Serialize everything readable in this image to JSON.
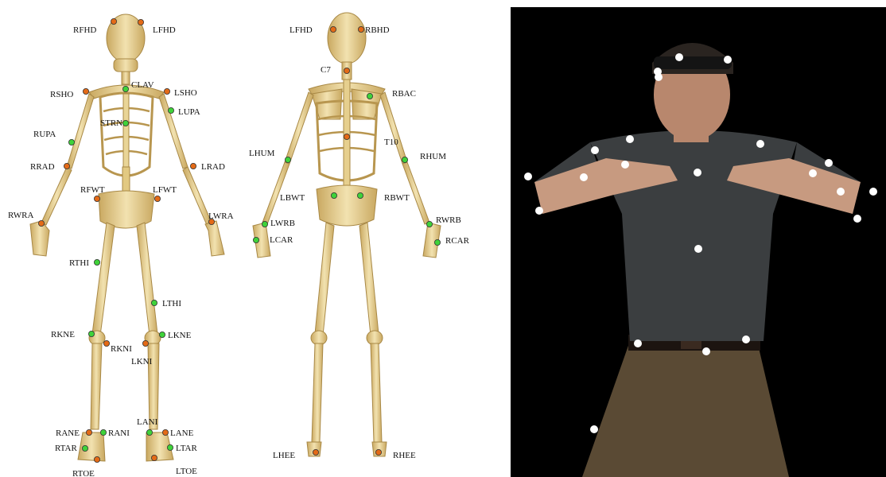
{
  "colors": {
    "bone": "#e6cf8e",
    "bone_shade": "#b8964f",
    "marker_orange": "#e36a17",
    "marker_green": "#3fd23a",
    "photo_bg": "#000000",
    "mocap_marker": "#ffffff"
  },
  "front_markers": [
    {
      "label": "RFHD",
      "color": "orange"
    },
    {
      "label": "LFHD",
      "color": "orange"
    },
    {
      "label": "CLAV",
      "color": "green"
    },
    {
      "label": "RSHO",
      "color": "orange"
    },
    {
      "label": "LSHO",
      "color": "orange"
    },
    {
      "label": "LUPA",
      "color": "green"
    },
    {
      "label": "STRN",
      "color": "green"
    },
    {
      "label": "RUPA",
      "color": "green"
    },
    {
      "label": "RRAD",
      "color": "orange"
    },
    {
      "label": "LRAD",
      "color": "orange"
    },
    {
      "label": "RFWT",
      "color": "orange"
    },
    {
      "label": "LFWT",
      "color": "orange"
    },
    {
      "label": "RWRA",
      "color": "orange"
    },
    {
      "label": "LWRA",
      "color": "orange"
    },
    {
      "label": "RTHI",
      "color": "green"
    },
    {
      "label": "LTHI",
      "color": "green"
    },
    {
      "label": "RKNE",
      "color": "green"
    },
    {
      "label": "RKNI",
      "color": "orange"
    },
    {
      "label": "LKNE",
      "color": "green"
    },
    {
      "label": "LKNI",
      "color": "orange"
    },
    {
      "label": "LANI",
      "color": "green"
    },
    {
      "label": "RANE",
      "color": "orange"
    },
    {
      "label": "RANI",
      "color": "green"
    },
    {
      "label": "LANE",
      "color": "orange"
    },
    {
      "label": "RTAR",
      "color": "green"
    },
    {
      "label": "LTAR",
      "color": "green"
    },
    {
      "label": "RTOE",
      "color": "orange"
    },
    {
      "label": "LTOE",
      "color": "orange"
    }
  ],
  "back_markers": [
    {
      "label": "LFHD",
      "color": "orange"
    },
    {
      "label": "RBHD",
      "color": "orange"
    },
    {
      "label": "C7",
      "color": "orange"
    },
    {
      "label": "RBAC",
      "color": "green"
    },
    {
      "label": "T10",
      "color": "orange"
    },
    {
      "label": "LHUM",
      "color": "green"
    },
    {
      "label": "RHUM",
      "color": "green"
    },
    {
      "label": "LBWT",
      "color": "green"
    },
    {
      "label": "RBWT",
      "color": "green"
    },
    {
      "label": "LWRB",
      "color": "green"
    },
    {
      "label": "LCAR",
      "color": "green"
    },
    {
      "label": "RWRB",
      "color": "green"
    },
    {
      "label": "RCAR",
      "color": "green"
    },
    {
      "label": "LHEE",
      "color": "orange"
    },
    {
      "label": "RHEE",
      "color": "orange"
    }
  ]
}
